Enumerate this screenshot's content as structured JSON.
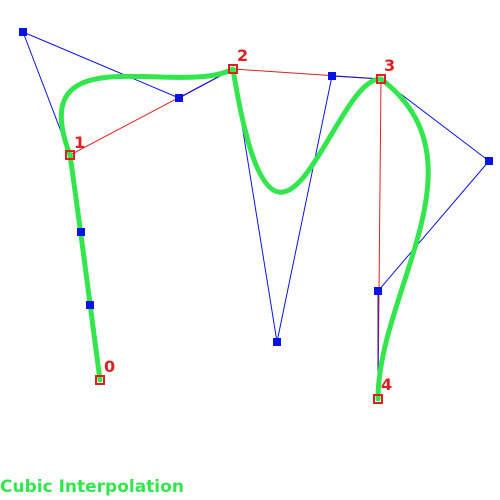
{
  "caption": "Cubic Interpolation",
  "colors": {
    "curve": "#33e64d",
    "anchor": "#e02020",
    "handle": "#0a14e0",
    "anchor_line": "#e02020",
    "handle_line": "#0a14e0",
    "label": "#e02020",
    "caption": "#33e64d"
  },
  "anchors": [
    {
      "label": "0"
    },
    {
      "label": "1"
    },
    {
      "label": "2"
    },
    {
      "label": "3"
    },
    {
      "label": "4"
    }
  ]
}
